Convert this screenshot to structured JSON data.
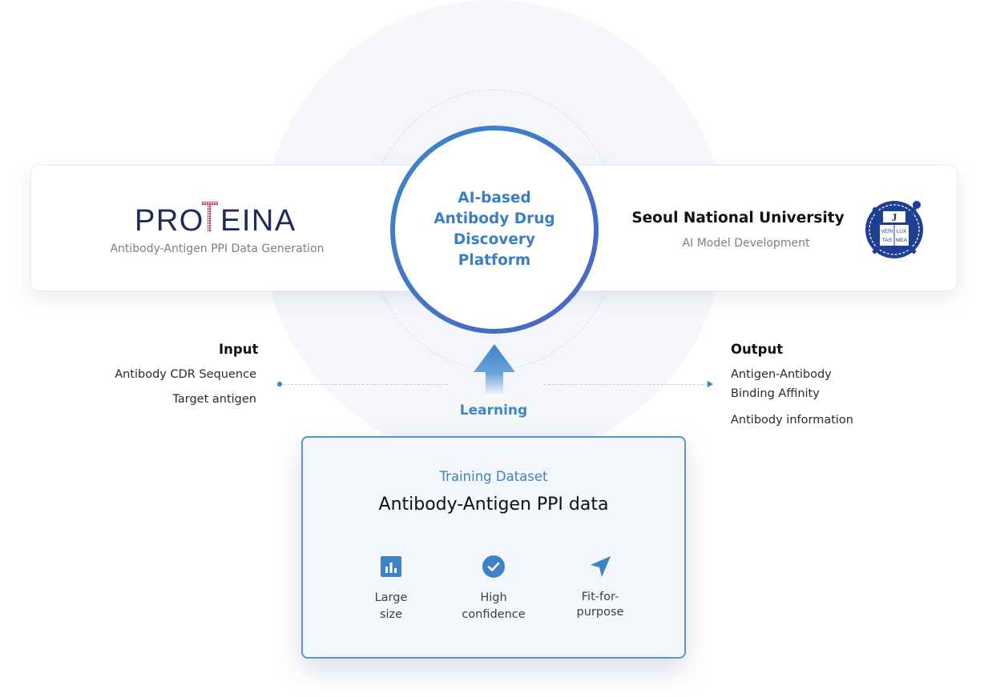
{
  "center": {
    "title": "AI-based Antibody Drug Discovery Platform"
  },
  "left_partner": {
    "logo_text": "PROTEINA",
    "subtitle": "Antibody-Antigen PPI Data Generation"
  },
  "right_partner": {
    "title": "Seoul National University",
    "subtitle": "AI Model Development",
    "emblem_text": [
      "VERI",
      "LUX",
      "TAS",
      "MEA"
    ]
  },
  "input": {
    "title": "Input",
    "lines": [
      "Antibody CDR Sequence",
      "Target antigen"
    ]
  },
  "output": {
    "title": "Output",
    "lines": [
      "Antigen-Antibody",
      "Binding Affinity",
      "Antibody information"
    ]
  },
  "learning_label": "Learning",
  "dataset": {
    "label": "Training Dataset",
    "title": "Antibody-Antigen PPI data",
    "features": [
      {
        "icon": "bar-chart-icon",
        "label_1": "Large",
        "label_2": "size"
      },
      {
        "icon": "check-circle-icon",
        "label_1": "High",
        "label_2": "confidence"
      },
      {
        "icon": "send-arrow-icon",
        "label_1": "Fit-for-",
        "label_2": "purpose"
      }
    ]
  },
  "colors": {
    "accent_blue": "#3d85c6",
    "ring_gradient_start": "#3b87c9",
    "ring_gradient_end": "#4a63c4",
    "snu_navy": "#1f3f93"
  }
}
